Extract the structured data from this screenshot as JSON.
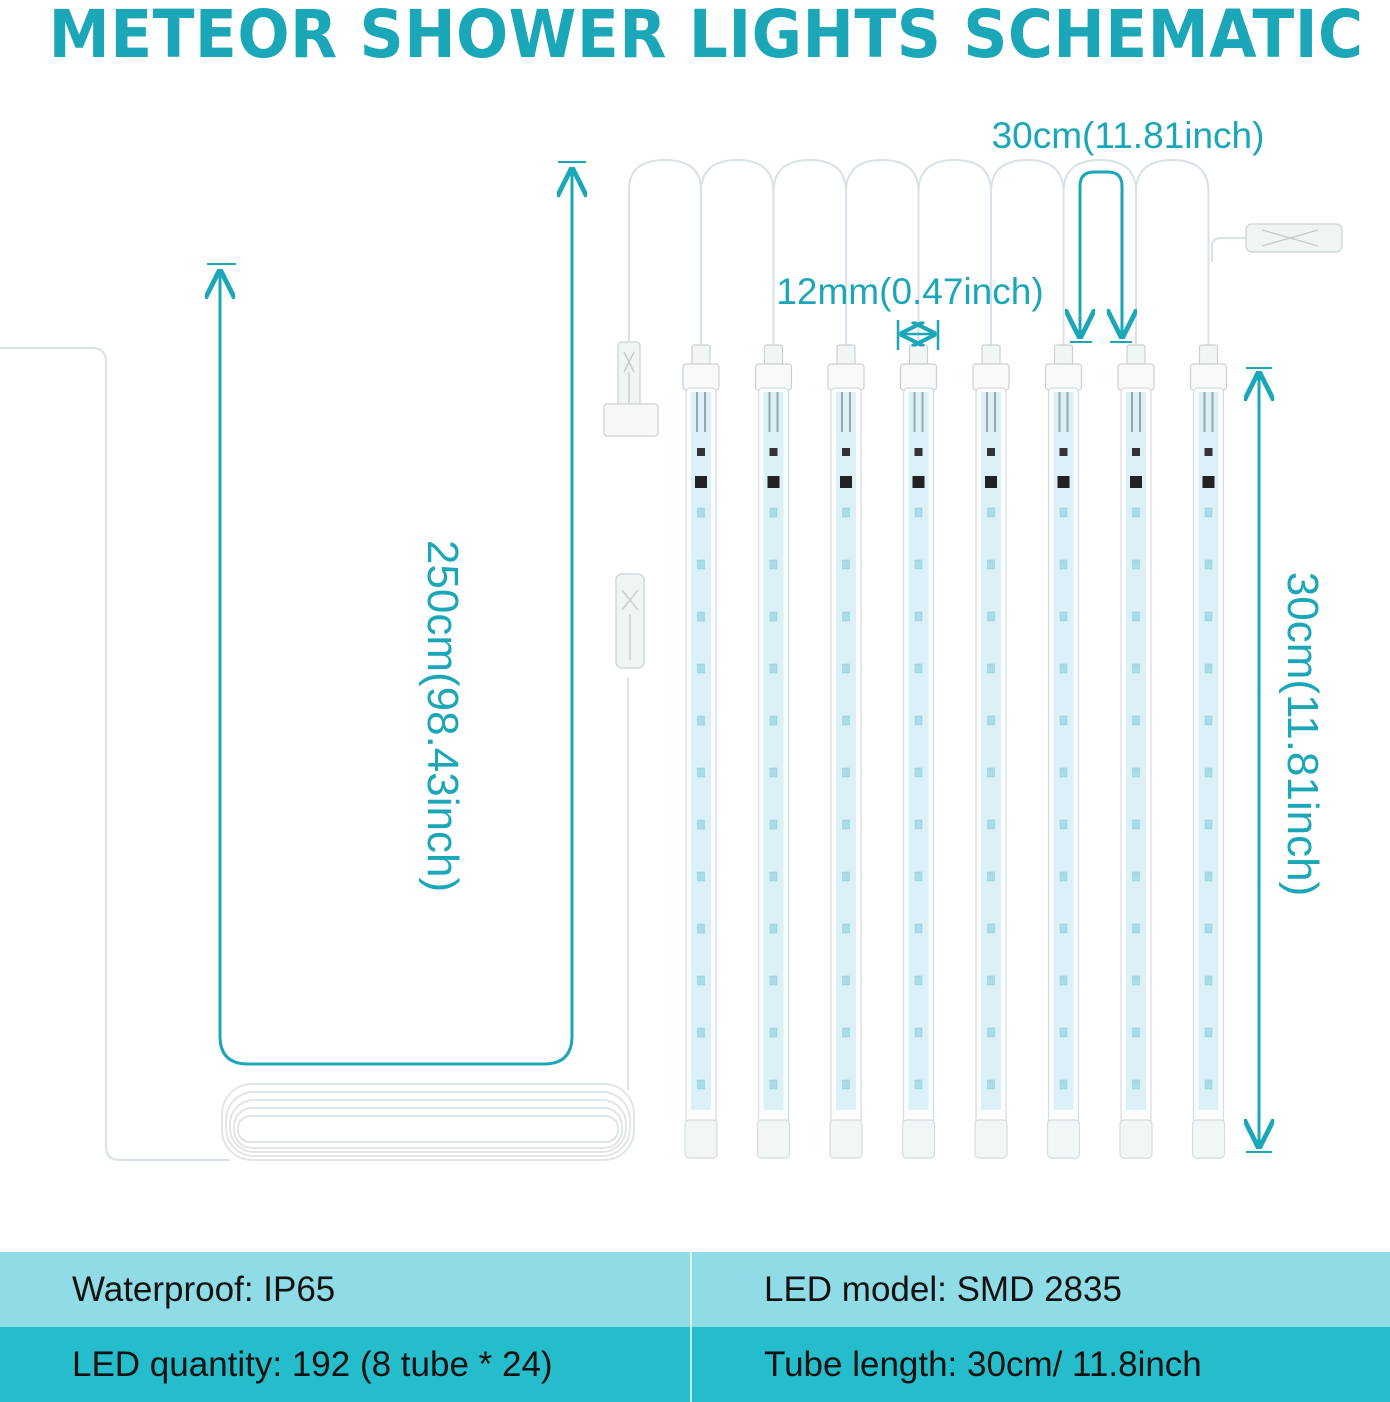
{
  "title": "METEOR SHOWER LIGHTS SCHEMATIC",
  "dimensions": {
    "cable_length": "250cm(98.43inch)",
    "tube_spacing": "30cm(11.81inch)",
    "tube_width": "12mm(0.47inch)",
    "tube_length": "30cm(11.81inch)"
  },
  "tube_count": 8,
  "leds_per_tube_drawn": 13,
  "specs": [
    [
      {
        "label": "Waterproof: IP65"
      },
      {
        "label": "LED model: SMD 2835"
      }
    ],
    [
      {
        "label": "LED quantity: 192 (8 tube * 24)"
      },
      {
        "label": "Tube length: 30cm/ 11.8inch"
      }
    ]
  ],
  "colors": {
    "accent": "#1ba7b7",
    "tube": "#dcf1f7",
    "row_light": "#8fdce6",
    "row_dark": "#25bccb"
  }
}
